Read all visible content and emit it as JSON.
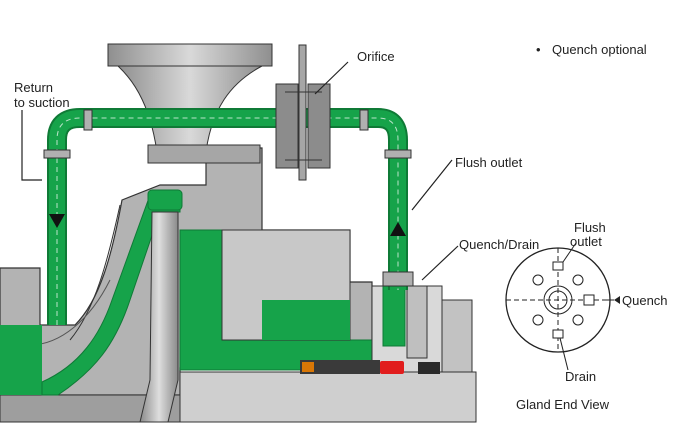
{
  "labels": {
    "return_to_suction_line1": "Return",
    "return_to_suction_line2": "to suction",
    "orifice": "Orifice",
    "quench_optional": "Quench optional",
    "quench_optional_bullet": "•",
    "flush_outlet": "Flush outlet",
    "quench_drain": "Quench/Drain",
    "gland_flush_line1": "Flush",
    "gland_flush_line2": "outlet",
    "gland_quench": "Quench",
    "gland_drain": "Drain",
    "gland_end_view": "Gland End View"
  },
  "colors": {
    "flush_green": "#16a34a",
    "casing_grey": "#b3b3b3",
    "dark_grey": "#8c8c8c",
    "light_grey": "#d4d4d4",
    "seal_red": "#e11d1d",
    "seal_orange": "#d97706",
    "outline": "#333333"
  }
}
